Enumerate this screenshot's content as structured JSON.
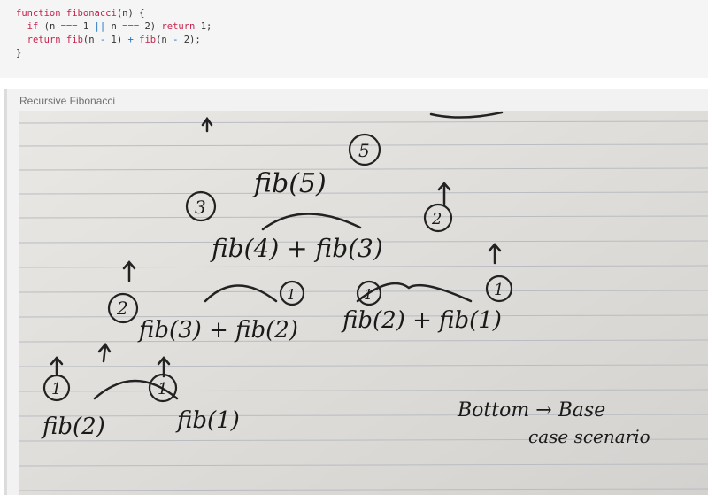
{
  "code": {
    "lines": [
      "function fibonacci(n) {",
      "  if (n === 1 || n === 2) return 1;",
      "  return fib(n - 1) + fib(n - 2);",
      "}"
    ]
  },
  "figure": {
    "caption": "Recursive Fibonacci",
    "handwriting": {
      "root": "fib(5)",
      "root_result": "5",
      "level1": [
        "fib(4) + fib(3)"
      ],
      "level1_results": [
        "3",
        "2"
      ],
      "level2": [
        "fib(3) + fib(2)",
        "fib(2) + fib(1)"
      ],
      "level2_results": [
        "2",
        "1",
        "1",
        "1"
      ],
      "level3": [
        "fib(2)",
        "fib(1)"
      ],
      "level3_results": [
        "1",
        "1"
      ],
      "note_line1": "Bottom → Base",
      "note_line2": "case scenario"
    }
  }
}
